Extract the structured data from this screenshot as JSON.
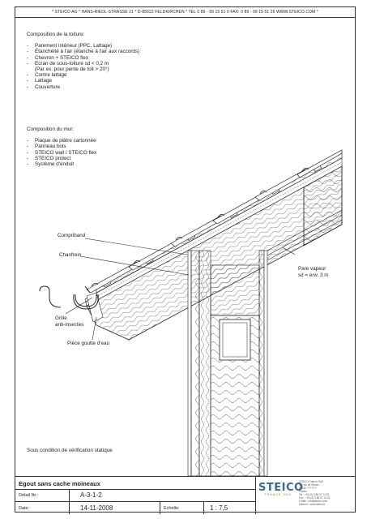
{
  "header": {
    "text": "* STEICO AG  *  HANS-RIEDL-STRASSE 21  *  D-85622 FELDKIRCHEN  *  TEL 0 89 - 99 15 51 0   FAX: 0 89 - 99 15 51 26   WWW.STEICO.COM *"
  },
  "roof": {
    "title": "Composition de la toiture:",
    "items": [
      "Parement intérieur (PPC, Lattage)",
      "Étanchéité à l'air (étanche à l'air aux raccords)",
      "Chevron + STEICO flex",
      "Ecran de sous-toiture sd < 0,2 m",
      "(Par ex. pour pente de toit > 20°)",
      "Contre lattage",
      "Lattage",
      "Couverture"
    ]
  },
  "wall": {
    "title": "Composition du mur:",
    "items": [
      "Plaque de plâtre cartonnée",
      "Panneau bois",
      "STEICO wall / STEICO flex",
      "STEICO protect",
      "Système d'enduit"
    ]
  },
  "labels": {
    "compriband": "Compriband",
    "chanfrein": "Chanfrein",
    "pare_vapeur_1": "Pare vapeur",
    "pare_vapeur_2": "sd =  env. 3 m",
    "grille_1": "Grille",
    "grille_2": "anti-insectes",
    "goutte": "Pièce goutte d'eau"
  },
  "note": "Sous condition de vérification statique",
  "footer": {
    "title": "Egout sans cache moineaux",
    "detail_label": "Détail Nr.:",
    "detail_value": "A-3-1-2",
    "date_label": "Date:",
    "date_value": "14-11-2008",
    "scale_label": "Echelle:",
    "scale_value": "1 : 7,5"
  },
  "logo": {
    "name": "STEICO",
    "sub": "FRANCE SAS",
    "contact": [
      "STEICO France SAS",
      "47, rue de l'étoile",
      "67000 ???????",
      "France",
      "Tel :  +33 (0) 3 88 37 14 00",
      "Fax :  +33 (0) 3 88 37 14 01",
      "e-Mail : info@steico.com",
      "Internet : www.steico.fr"
    ]
  },
  "colors": {
    "line": "#222222",
    "logo_blue": "#3a6a8c",
    "logo_green": "#6b8a3a"
  }
}
